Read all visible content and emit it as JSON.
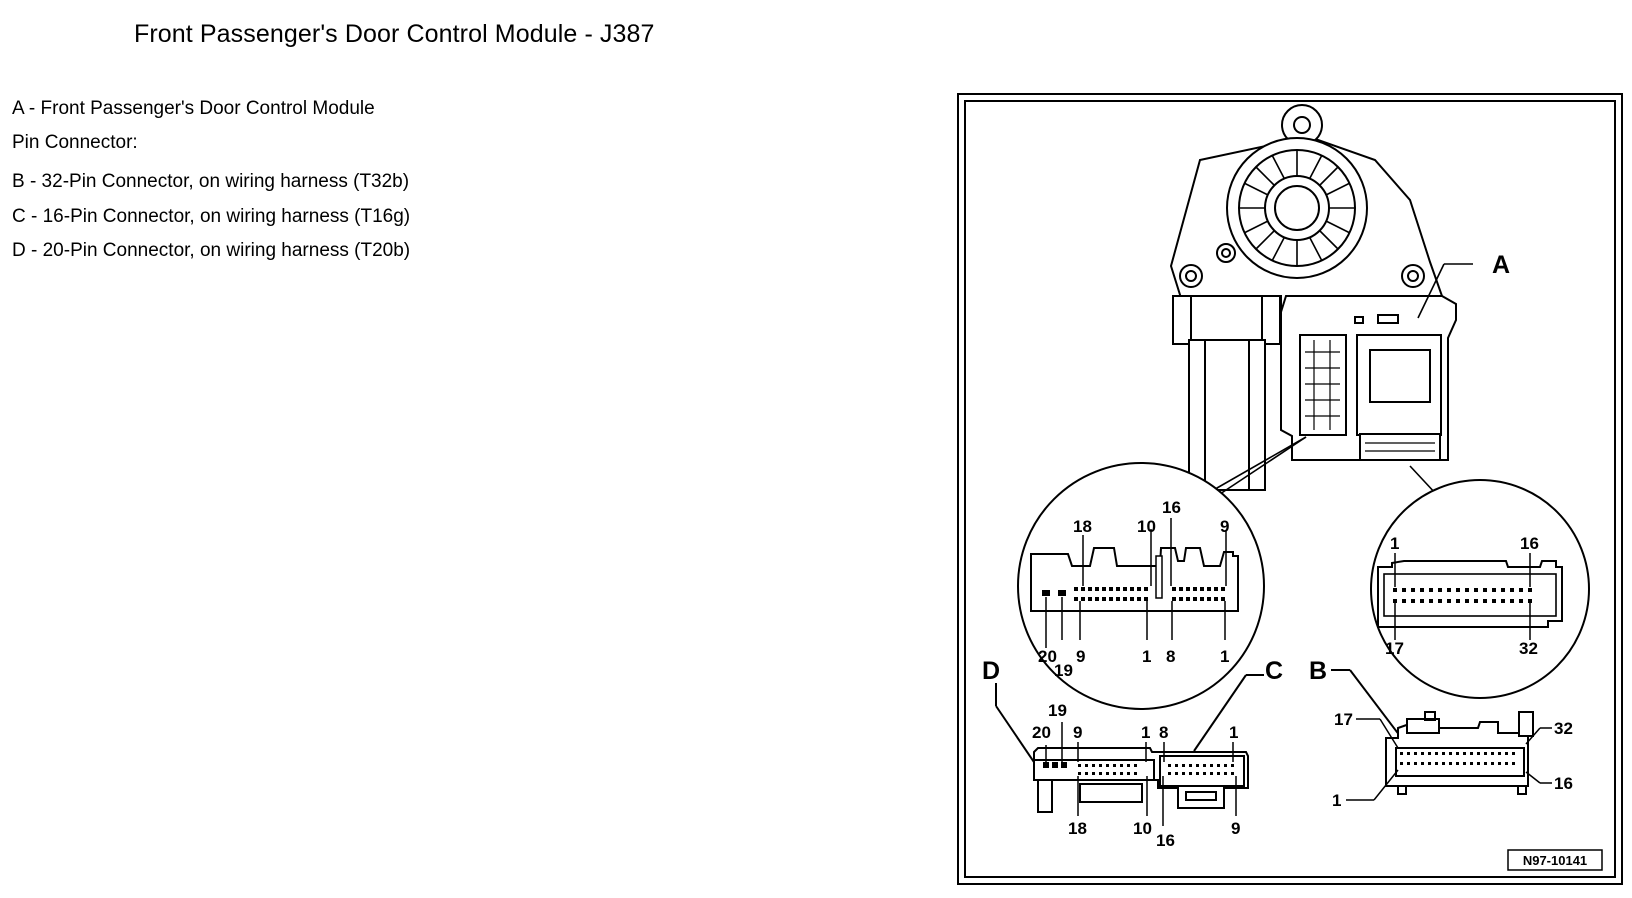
{
  "title": "Front Passenger's Door Control Module - J387",
  "legend": [
    "A - Front Passenger's Door Control Module",
    "Pin Connector:",
    "B - 32-Pin Connector, on wiring harness (T32b)",
    "C - 16-Pin Connector, on wiring harness (T16g)",
    "D - 20-Pin Connector, on wiring harness (T20b)"
  ],
  "figure": {
    "callouts": {
      "a": "A",
      "b": "B",
      "c": "C",
      "d": "D"
    },
    "detail_left": {
      "top": {
        "p18": "18",
        "p10": "10",
        "p16": "16",
        "p9": "9"
      },
      "bottom": {
        "p20": "20",
        "p19": "19",
        "p9": "9",
        "p1a": "1",
        "p8": "8",
        "p1b": "1"
      }
    },
    "detail_right": {
      "p1": "1",
      "p16": "16",
      "p17": "17",
      "p32": "32"
    },
    "conn_d_c": {
      "p19": "19",
      "p20": "20",
      "p9": "9",
      "p1a": "1",
      "p8": "8",
      "p1b": "1",
      "p18": "18",
      "p10": "10",
      "p16": "16",
      "p9b": "9"
    },
    "conn_b": {
      "p17": "17",
      "p32": "32",
      "p1": "1",
      "p16": "16"
    },
    "ref": "N97-10141"
  }
}
